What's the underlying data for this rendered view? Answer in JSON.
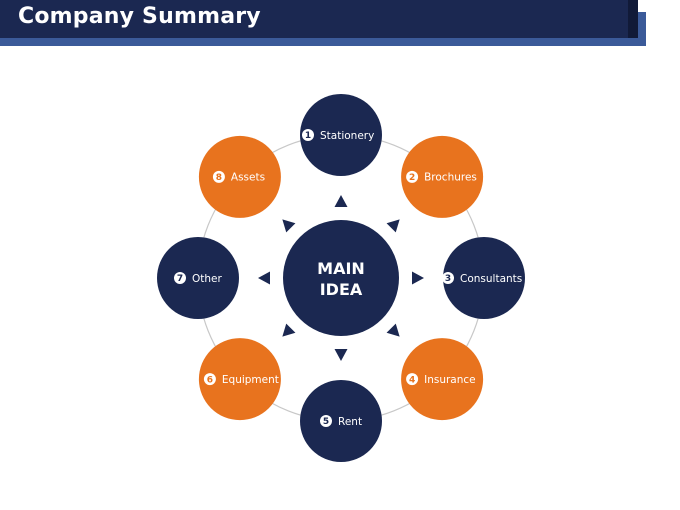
{
  "header": {
    "title": "Company Summary"
  },
  "center": {
    "line1": "MAIN",
    "line2": "IDEA"
  },
  "colors": {
    "navy": "#1b2851",
    "orange": "#e8731e",
    "ring": "#c8c8c8",
    "white": "#ffffff"
  },
  "nodes": [
    {
      "num": "1",
      "label": "Stationery",
      "color": "navy"
    },
    {
      "num": "2",
      "label": "Brochures",
      "color": "orange"
    },
    {
      "num": "3",
      "label": "Consultants",
      "color": "navy"
    },
    {
      "num": "4",
      "label": "Insurance",
      "color": "orange"
    },
    {
      "num": "5",
      "label": "Rent",
      "color": "navy"
    },
    {
      "num": "6",
      "label": "Equipment",
      "color": "orange"
    },
    {
      "num": "7",
      "label": "Other",
      "color": "navy"
    },
    {
      "num": "8",
      "label": "Assets",
      "color": "orange"
    }
  ]
}
